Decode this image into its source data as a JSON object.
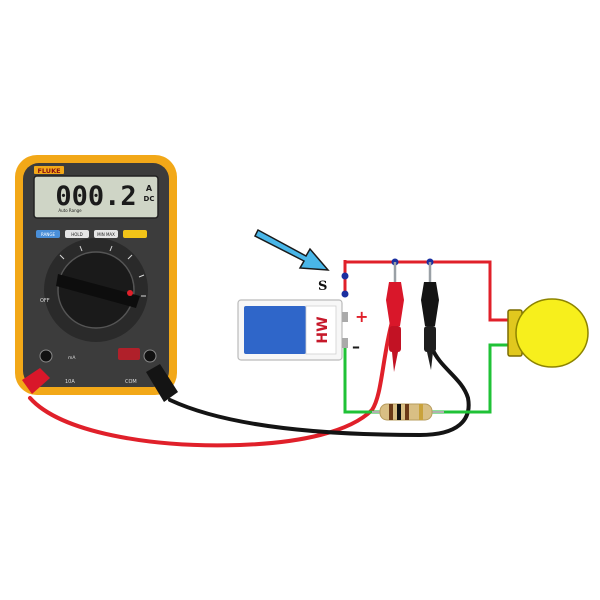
{
  "meter": {
    "brand": "FLUKE",
    "reading": "000.2",
    "unit_top": "A",
    "unit_bottom": "DC",
    "lcd_caption": "Auto Range",
    "buttons": [
      "RANGE",
      "HOLD",
      "MIN MAX",
      ""
    ],
    "dial_off": "OFF",
    "jack_left_top": "mA",
    "jack_left_bottom": "10A",
    "jack_right": "COM"
  },
  "battery": {
    "brand": "HW",
    "plus_label": "+",
    "minus_label": "–"
  },
  "switch_label": "S",
  "polarity": {
    "plus": "+",
    "minus": "–"
  },
  "colors": {
    "meter_body": "#f2a818",
    "meter_face": "#3a3a3a",
    "lcd": "#cfd5c6",
    "wire_red": "#e0202a",
    "wire_green": "#1fc236",
    "probe_red": "#d9172a",
    "probe_black": "#141414",
    "bulb": "#f7ef1c",
    "arrow": "#49b6e8",
    "battery_blue": "#2f66c9"
  }
}
